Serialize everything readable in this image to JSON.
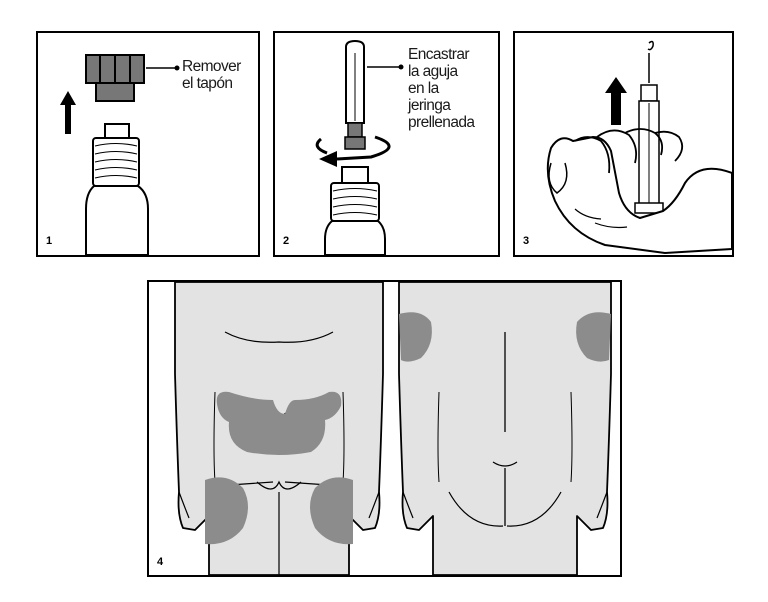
{
  "panels": [
    {
      "number": "1",
      "lines": [
        "Remover",
        "el tapón"
      ]
    },
    {
      "number": "2",
      "lines": [
        "Encastrar",
        "la aguja",
        "en la",
        "jeringa",
        "prellenada"
      ]
    },
    {
      "number": "3"
    },
    {
      "number": "4"
    }
  ],
  "colors": {
    "line": "#000000",
    "body": "#e3e3e3",
    "injection_zone": "#8c8c8c",
    "cap": "#777777"
  },
  "icons": [
    "up-arrow-icon",
    "rotate-arrow-icon",
    "syringe-icon",
    "hand-icon"
  ]
}
